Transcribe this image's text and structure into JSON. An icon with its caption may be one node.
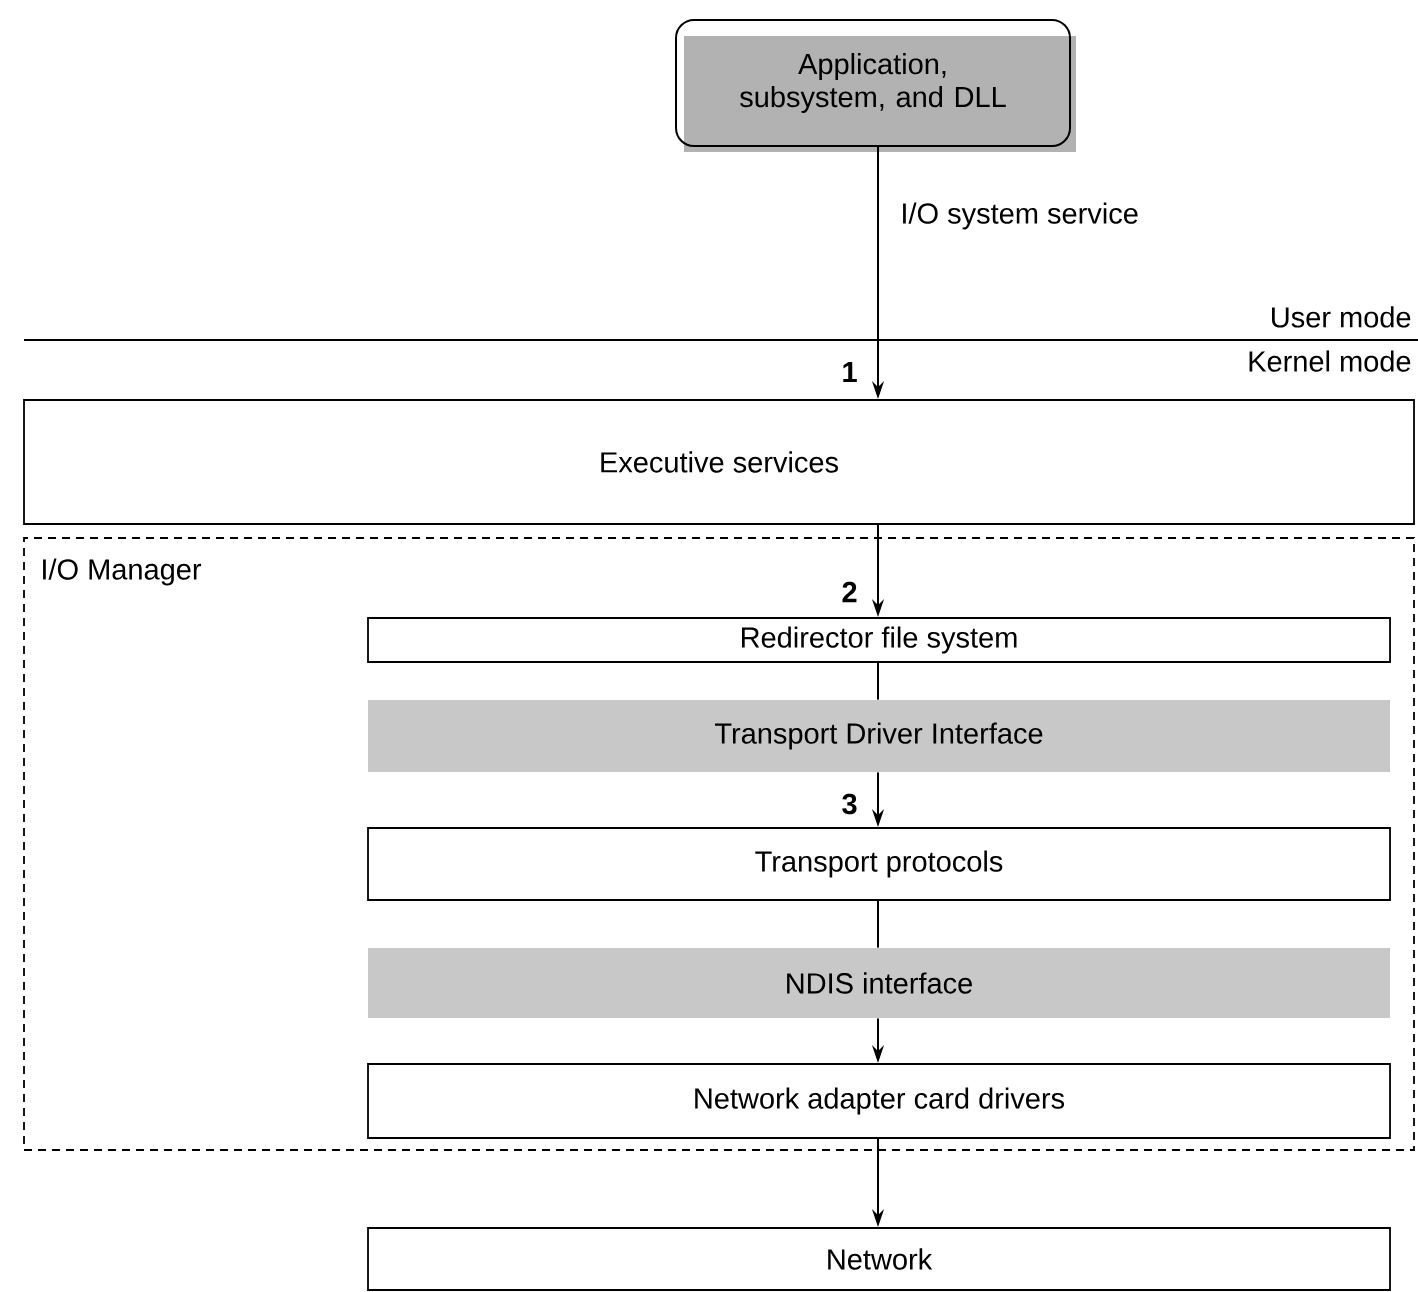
{
  "diagram": {
    "nodes": [
      {
        "text": [
          "Application, subsystem, and DLL"
        ]
      },
      {
        "text": [
          "Executive services"
        ]
      },
      {
        "text": [
          "I/O Manager"
        ]
      },
      {
        "text": [
          "Redirector file system"
        ],
        "in": 2
      },
      {
        "text": [
          "Transport Driver Interface"
        ],
        "in": 2
      },
      {
        "text": [
          "Transport protocols"
        ],
        "in": 2
      },
      {
        "text": [
          "NDIS interface"
        ],
        "in": 2
      },
      {
        "text": [
          "Network adapter card drivers"
        ],
        "in": 2
      },
      {
        "text": [
          "Network"
        ]
      }
    ],
    "edges": [
      {
        "from": 0,
        "to": 1,
        "arrow": "to",
        "label": "I/O system service"
      },
      {
        "from": 1,
        "to": 3,
        "arrow": "to"
      },
      {
        "from": 3,
        "to": 4,
        "arrow": "none"
      },
      {
        "from": 4,
        "to": 5,
        "arrow": "to"
      },
      {
        "from": 5,
        "to": 6,
        "arrow": "none"
      },
      {
        "from": 6,
        "to": 7,
        "arrow": "to"
      },
      {
        "from": 7,
        "to": 8,
        "arrow": "to"
      }
    ],
    "labels": [
      "User mode",
      "1",
      "Kernel mode",
      "2",
      "3"
    ]
  }
}
